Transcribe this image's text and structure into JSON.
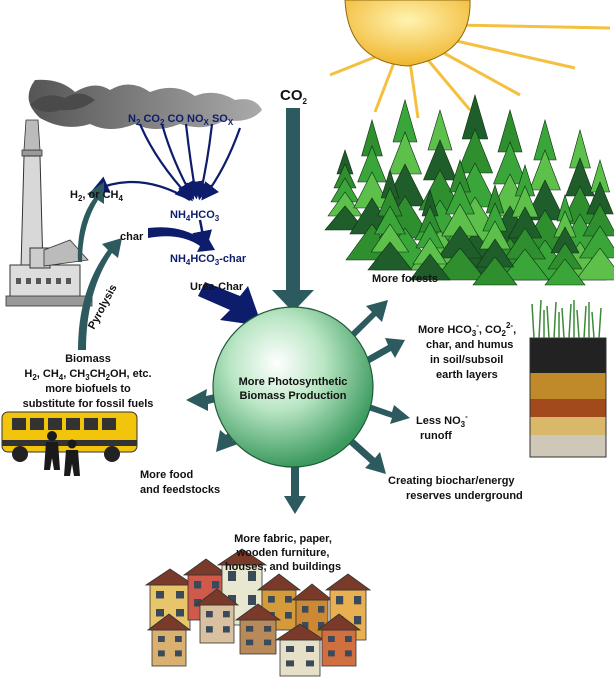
{
  "labels": {
    "co2_top": "CO",
    "co2_top_sub": "2",
    "gases": {
      "n": "N",
      "n_sub": "2",
      "co2": "CO",
      "co2_sub": "2",
      "co": "CO",
      "nox": "NO",
      "nox_sub": "X",
      "sox": "SO",
      "sox_sub": "X"
    },
    "h2_ch4": [
      "H",
      "2",
      ", or CH",
      "4"
    ],
    "char": "char",
    "nh4hco3": [
      "NH",
      "4",
      "HCO",
      "3"
    ],
    "nh4hco3_char": [
      "NH",
      "4",
      "HCO",
      "3",
      "-char"
    ],
    "urea_char": "Urea-Char",
    "pyrolysis": "Pyrolysis",
    "center": [
      "More Photosynthetic",
      "Biomass Production"
    ],
    "biomass": {
      "line1": "Biomass",
      "line2": [
        "H",
        "2",
        ", CH",
        "4",
        ", CH",
        "3",
        "CH",
        "2",
        "OH, etc."
      ],
      "line3": "more biofuels to",
      "line4": "substitute for fossil fuels"
    },
    "more_forests": "More forests",
    "soil": {
      "line1": [
        "More HCO",
        "3",
        "-",
        ", CO",
        "2",
        "2-",
        ","
      ],
      "line2": "char, and humus",
      "line3": "in soil/subsoil",
      "line4": "earth layers"
    },
    "less_no3": [
      "Less NO",
      "3",
      "-"
    ],
    "runoff": "runoff",
    "biochar": [
      "Creating biochar/energy",
      "reserves underground"
    ],
    "food": [
      "More food",
      "and feedstocks"
    ],
    "fabric": [
      "More fabric, paper,",
      "wooden furniture,",
      "houses, and buildings"
    ]
  },
  "colors": {
    "teal_arrow": "#2c5a5e",
    "navy_arrow": "#0d1d6b",
    "tree_green": "#2f8f2f",
    "sun": "#f5c040",
    "bus": "#f2c40c"
  }
}
